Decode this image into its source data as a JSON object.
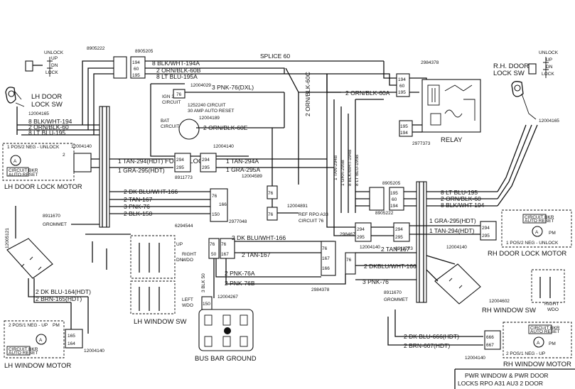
{
  "diagram": {
    "title_line1": "PWR WINDOW & PWR DOOR",
    "title_line2": "LOCKS RPO A31  AU3  2 DOOR",
    "labels": {
      "unlock_left": "UNLOCK",
      "up_left": "UP",
      "dn_left": "DN",
      "lock_left": "LOCK",
      "lh_door_lock_sw_1": "LH DOOR",
      "lh_door_lock_sw_2": "LOCK SW",
      "part_12004165": "12004165",
      "part_8905222_top": "8905222",
      "part_8905205_top": "8905205",
      "w_194a": "8 BLK/WHT-194A",
      "w_60b": "2 ORN/BLK-60B",
      "w_195a": "8 LT BLU-195A",
      "splice_60": "SPLICE 60",
      "part_2984378_top": "2984378",
      "rh_door_lock_sw_1": "R.H. DOOR",
      "rh_door_lock_sw_2": "LOCK SW",
      "unlock_right": "UNLOCK",
      "up_right": "UP",
      "dn_right": "DN",
      "lock_right": "LOCK",
      "part_12004029": "12004029",
      "ign3_1": "IGN 3",
      "ign3_2": "CIRCUIT",
      "pnk_76_dxl": "3 PNK-76(DXL)",
      "cb_1": "1252240 CIRCUIT",
      "cb_2": "30 AMP AUTO RESET",
      "cb_3": "12004189",
      "bat_1": "BAT",
      "bat_2": "CIRCUIT",
      "orn_blk_60a": "2 ORN/BLK-60A",
      "orn_blk_60e": "2 ORN/BLK-60E",
      "orn_blk_60c": "2 ORN/BLK-60C",
      "w_194": "8 BLK/WHT-194",
      "w_60": "2 ORN/BLK-60",
      "w_195": "8 LT BLU-195",
      "fuse_block": "FUSE BLOCK",
      "part_12004140_a": "12004140",
      "part_12004140_b": "12004140",
      "pos1": "1 POS/2 NEG - UNLOCK",
      "circuit_bkr_1": "CIRCUIT BKR",
      "circuit_bkr_2": "AUTO RESET",
      "tan_294_hdt": "1 TAN-294(HDT)",
      "gra_295_hdt": "1 GRA-295(HDT)",
      "part_8911773_left": "8911773",
      "tan_294a": "1 TAN-294A",
      "gra_295a": "1 GRA-295A",
      "part_12004589": "12004589",
      "tan_294b": "1 TAN-294B",
      "gra_295b": "1 GRA-295B",
      "blk_wht_194b": "8 BLK/WHT-194B",
      "lt_blu_195b": "8 LT BLU-195B",
      "part_2977373": "2977373",
      "relay": "RELAY",
      "lh_door_lock_motor": "LH DOOR LOCK MOTOR",
      "dk_blu_wht_166_l": "2 DK BLU/WHT-166",
      "tan_167_l": "2 TAN-167",
      "pnk_76_l": "3 PNK-76",
      "blk_150": "2 BLK-150",
      "part_8911670_l": "8911670",
      "grommet_l": "GROMMET",
      "part_2977048": "2977048",
      "part_12004891": "12004891",
      "ref_rpo_1": "REF RPO A33",
      "ref_rpo_2": "CIRCUIT 76",
      "part_8905205_r": "8905205",
      "part_8905222_r": "8905222",
      "lt_blu_195_r": "8 LT BLU-195",
      "orn_blk_60_r": "2 ORN/BLK-60",
      "blk_wht_194_r": "8 BLK/WHT-194",
      "gra_295_hdt_r": "1 GRA-295(HDT)",
      "tan_294_hdt_r": "1 TAN-294(HDT)",
      "circuit_bkr_r_1": "CIRCUIT BKR",
      "circuit_bkr_r_2": "AUTO RESET",
      "pm_r": "PM",
      "pos_r": "1 POS/2 NEG - UNLOCK",
      "part_12004140_r": "12004140",
      "rh_door_lock_motor": "RH DOOR LOCK MOTOR",
      "part_12005121": "12005121",
      "part_6294544": "6294544",
      "up_lw": "UP",
      "dn_lw": "DN",
      "right_wdo_1": "RIGHT",
      "right_wdo_2": "WDO",
      "left_wdo_1": "LEFT",
      "left_wdo_2": "WDO",
      "blk_50": "3 BLK 50",
      "dk_blu_wht_166_c": "2 DK BLU/WHT-166",
      "tan_167_c": "2 TAN-167",
      "pnk_76a": "2 PNK-76A",
      "pnk_76b": "2 PNK-76B",
      "part_2984678": "2984678",
      "part_12004140_c": "12004140",
      "part_8911773_r": "8911773",
      "tan_167_r": "2 TAN-167",
      "dk_blu_wht_166_r": "2 DKBLU/WHT-166",
      "pnk_76_r": "3 PNK-76",
      "part_2984378_c": "2984378",
      "part_8911670_r": "8911670",
      "grommet_r": "GROMMET",
      "dk_blu_164": "2 DK BLU-164(HDT)",
      "brn_165": "2 BRN-165(HDT)",
      "lh_window_sw": "LH WINDOW SW",
      "part_12004267": "12004267",
      "bus_bar_ground": "BUS BAR GROUND",
      "pos1_neg_up_l": "2 POS/1 NEG - UP",
      "pm_l": "PM",
      "circuit_bkr_l2_1": "CIRCUIT BKR",
      "circuit_bkr_l2_2": "AUTO RESET",
      "part_12004140_d": "12004140",
      "lh_window_motor": "LH WINDOW MOTOR",
      "part_12004602": "12004602",
      "rh_window_sw": "RH WINDOW SW",
      "right_wdo_r1": "RIGHT",
      "right_wdo_r2": "WDO",
      "dk_blu_666": "2 DK BLU-666(HDT)",
      "brn_667": "2 BRN-667(HDT)",
      "part_12004140_e": "12004140",
      "circuit_bkr_rw_1": "CIRCUIT BKR",
      "circuit_bkr_rw_2": "AUTO RESET",
      "pos_neg_up_r": "2 POS/1 NEG - UP",
      "pm_rw": "PM",
      "rh_window_motor": "RH WINDOW MOTOR"
    },
    "connector_pins": {
      "c194a": "194",
      "c60a": "60",
      "c195a": "195",
      "c194r": "194",
      "c60r": "60",
      "c195r": "195",
      "c195relay": "195",
      "c194relay": "194",
      "c294l": "294",
      "c295l": "295",
      "c294c": "294",
      "c295c": "295",
      "c294l2": "294",
      "c295l2": "295",
      "c294r": "294",
      "c295r": "295",
      "c294rm": "294",
      "c295rm": "295",
      "c76a": "76",
      "c76b": "76",
      "c76_3": "76",
      "c76_4": "76",
      "c166": "166",
      "c150": "150",
      "c76_5": "76",
      "c76_6": "76",
      "c167": "167",
      "c76_7": "76",
      "c167c": "167",
      "c166c": "166",
      "c165": "165",
      "c164": "164",
      "c666": "666",
      "c667": "667",
      "c50": "50",
      "c150b": "150",
      "c195r2": "195",
      "c60r2": "60",
      "c194r2": "194",
      "c76dx": "76"
    }
  }
}
